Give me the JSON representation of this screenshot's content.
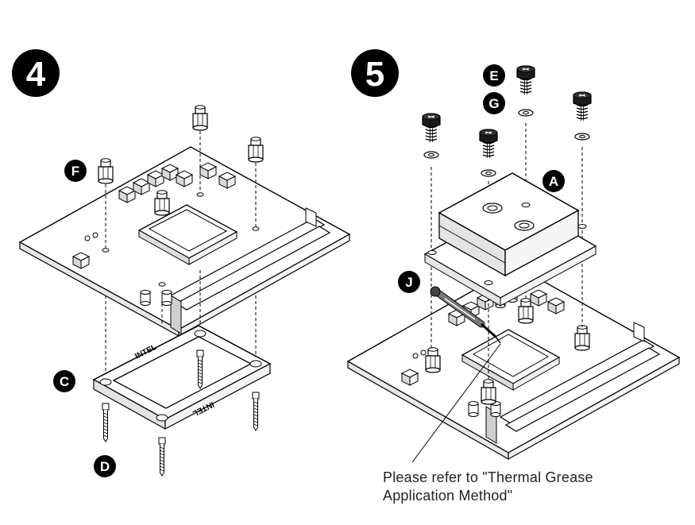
{
  "steps": [
    {
      "number": "4"
    },
    {
      "number": "5"
    }
  ],
  "callouts": {
    "F": "F",
    "C": "C",
    "D": "D",
    "E": "E",
    "G": "G",
    "A": "A",
    "J": "J"
  },
  "backplate_text": "INTEL",
  "note": {
    "line1": "Please refer to \"Thermal Grease",
    "line2": "Application Method\""
  },
  "colors": {
    "ink": "#000000",
    "paper": "#ffffff",
    "shade": "#e8e8e8",
    "dark_shade": "#bdbdbd"
  }
}
